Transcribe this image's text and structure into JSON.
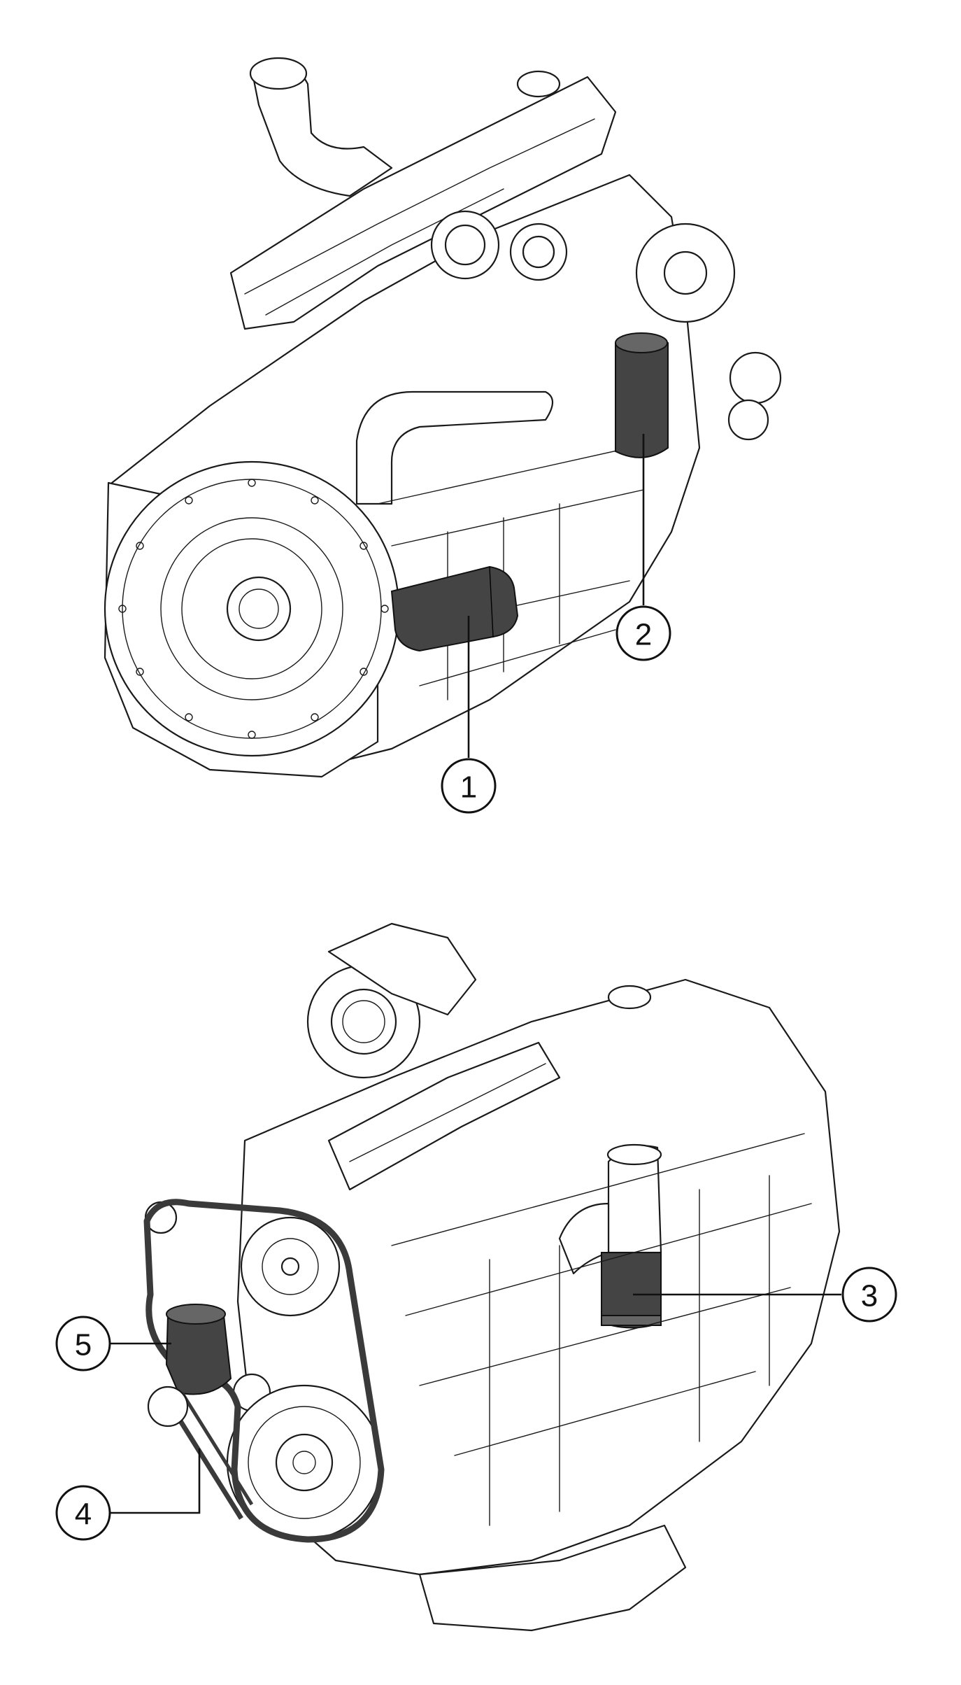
{
  "figure": {
    "callouts": [
      {
        "id": "1",
        "label": "1"
      },
      {
        "id": "2",
        "label": "2"
      },
      {
        "id": "3",
        "label": "3"
      },
      {
        "id": "4",
        "label": "4"
      },
      {
        "id": "5",
        "label": "5"
      }
    ],
    "highlight_color": "#444444",
    "line_color": "#1a1a1a"
  }
}
